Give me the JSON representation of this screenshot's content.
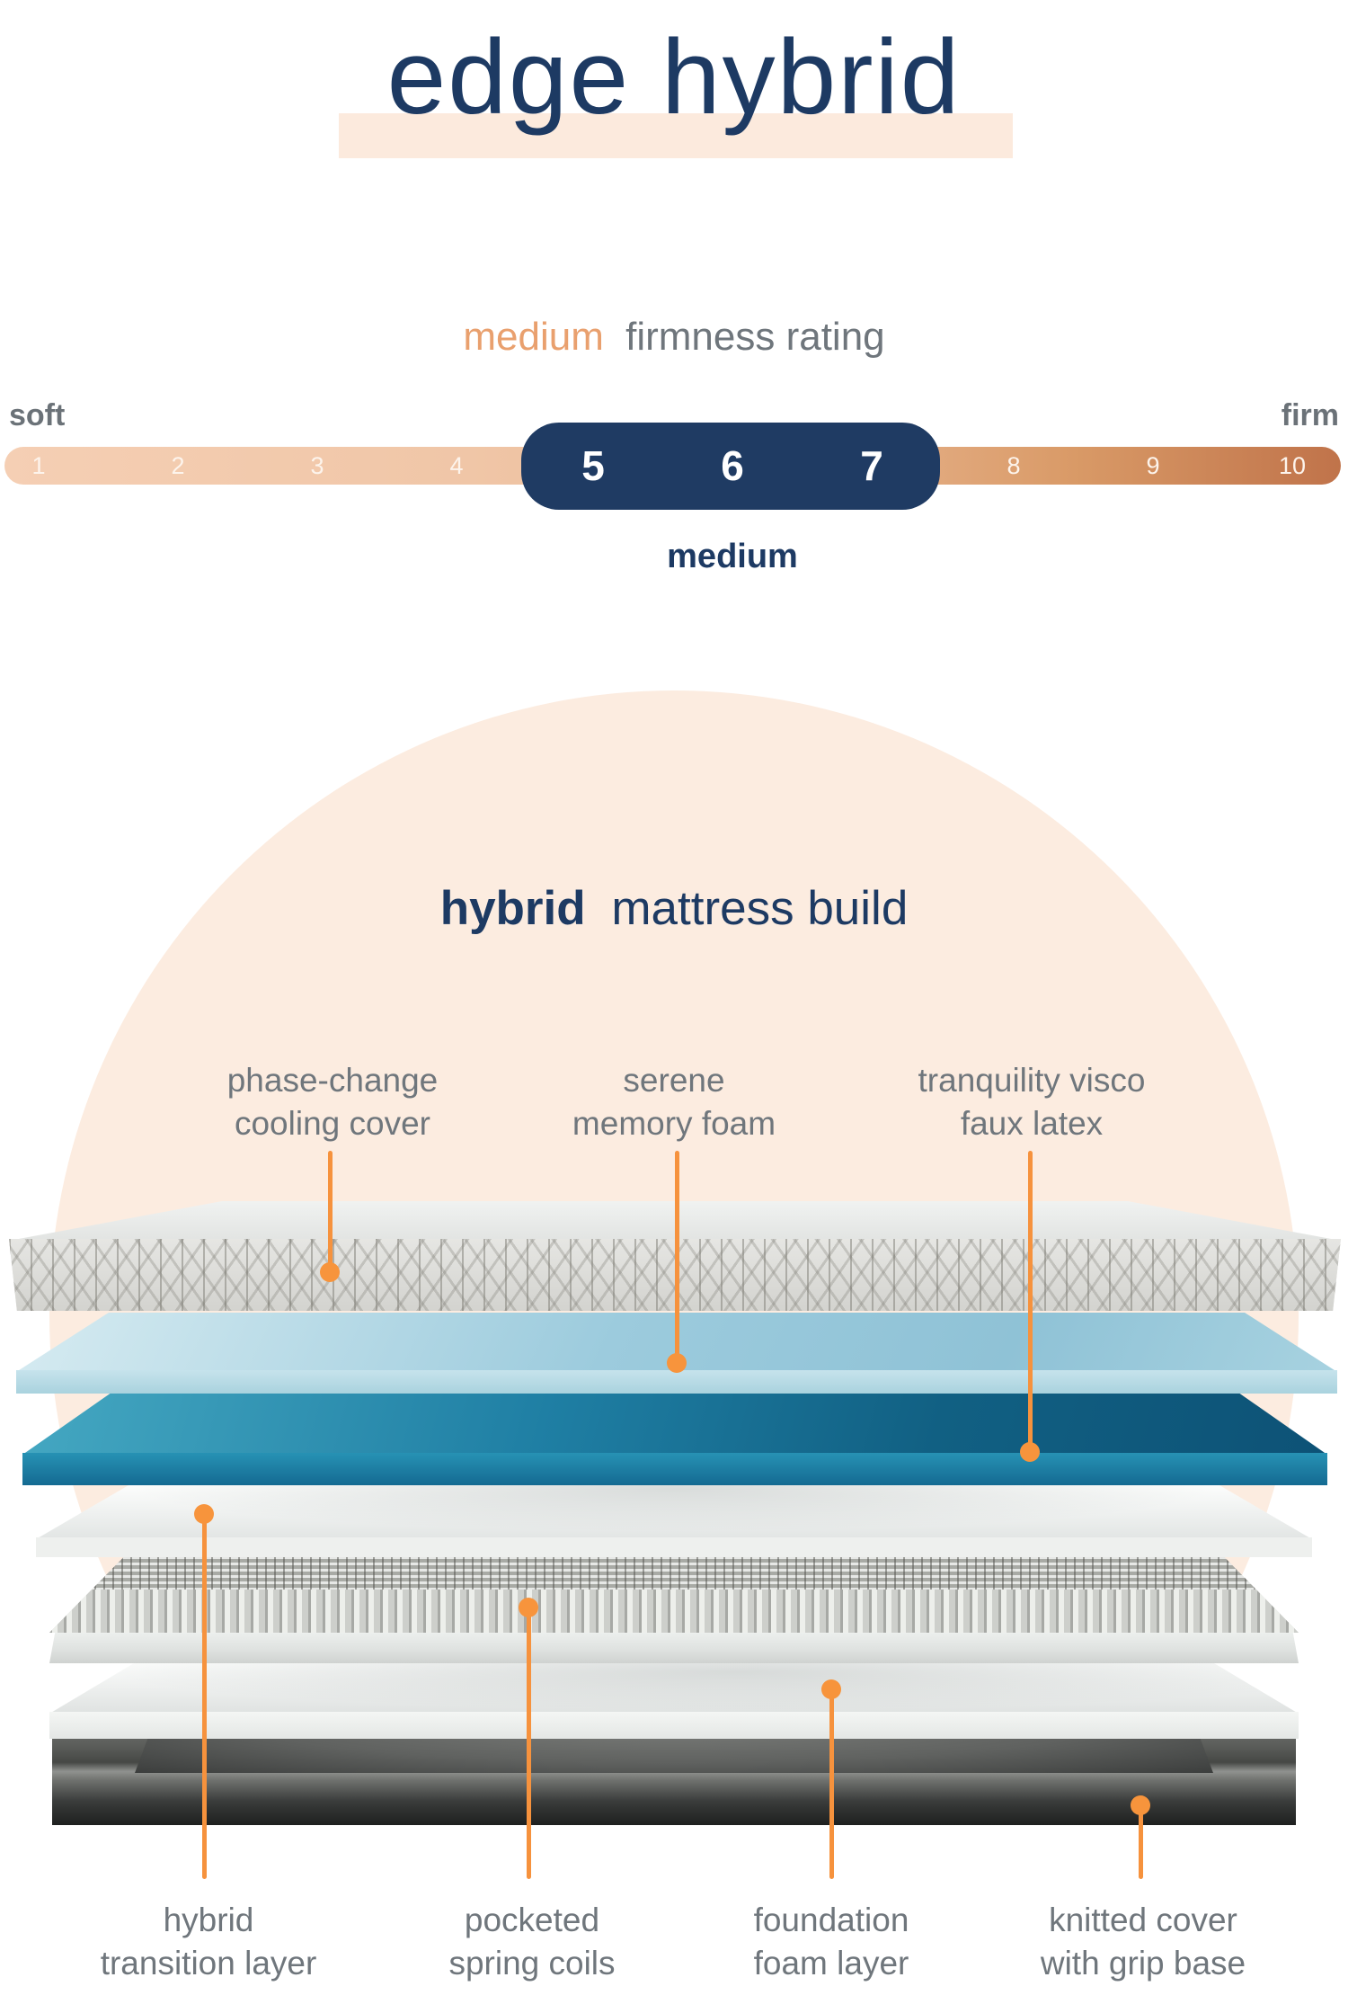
{
  "header": {
    "title": "edge hybrid"
  },
  "firmness": {
    "heading_highlight": "medium",
    "heading_rest": "firmness rating",
    "left_label": "soft",
    "right_label": "firm",
    "scale": [
      "1",
      "2",
      "3",
      "4",
      "5",
      "6",
      "7",
      "8",
      "9",
      "10"
    ],
    "selected_range": "5-7",
    "selected_label": "medium"
  },
  "build": {
    "heading_bold": "hybrid",
    "heading_rest": "mattress build",
    "top_labels": [
      {
        "line1": "phase-change",
        "line2": "cooling cover"
      },
      {
        "line1": "serene",
        "line2": "memory foam"
      },
      {
        "line1": "tranquility visco",
        "line2": "faux latex"
      }
    ],
    "bottom_labels": [
      {
        "line1": "hybrid",
        "line2": "transition layer"
      },
      {
        "line1": "pocketed",
        "line2": "spring coils"
      },
      {
        "line1": "foundation",
        "line2": "foam layer"
      },
      {
        "line1": "knitted cover",
        "line2": "with grip base"
      }
    ],
    "layers": [
      "phase-change cooling cover",
      "serene memory foam",
      "tranquility visco faux latex",
      "hybrid transition layer",
      "pocketed spring coils",
      "foundation foam layer",
      "knitted cover with grip base"
    ]
  },
  "colors": {
    "navy": "#1f3b63",
    "accent_orange": "#f7943c",
    "subtitle_orange": "#e9a06e",
    "text_gray": "#6f767c",
    "peach_highlight": "#fceadd",
    "peach_circle": "#fcece0",
    "scale_gradient_start": "#f5cfb4",
    "scale_gradient_end": "#c0734a"
  }
}
